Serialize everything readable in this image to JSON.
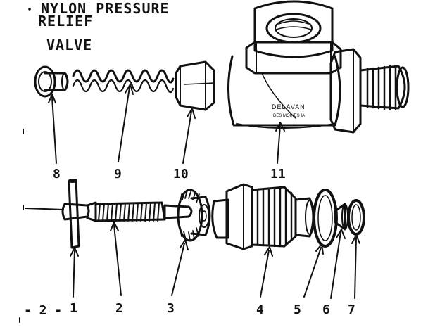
{
  "title": {
    "bullet": "•",
    "line1": "NYLON PRESSURE",
    "line2": "RELIEF",
    "line3": "VALVE"
  },
  "page_number": "- 2 -",
  "brand": {
    "name": "DELAVAN",
    "location": "DES MOINES IA"
  },
  "callouts": {
    "top_row": [
      "8",
      "9",
      "10",
      "11"
    ],
    "bottom_row": [
      "1",
      "2",
      "3",
      "4",
      "5",
      "6",
      "7"
    ]
  }
}
